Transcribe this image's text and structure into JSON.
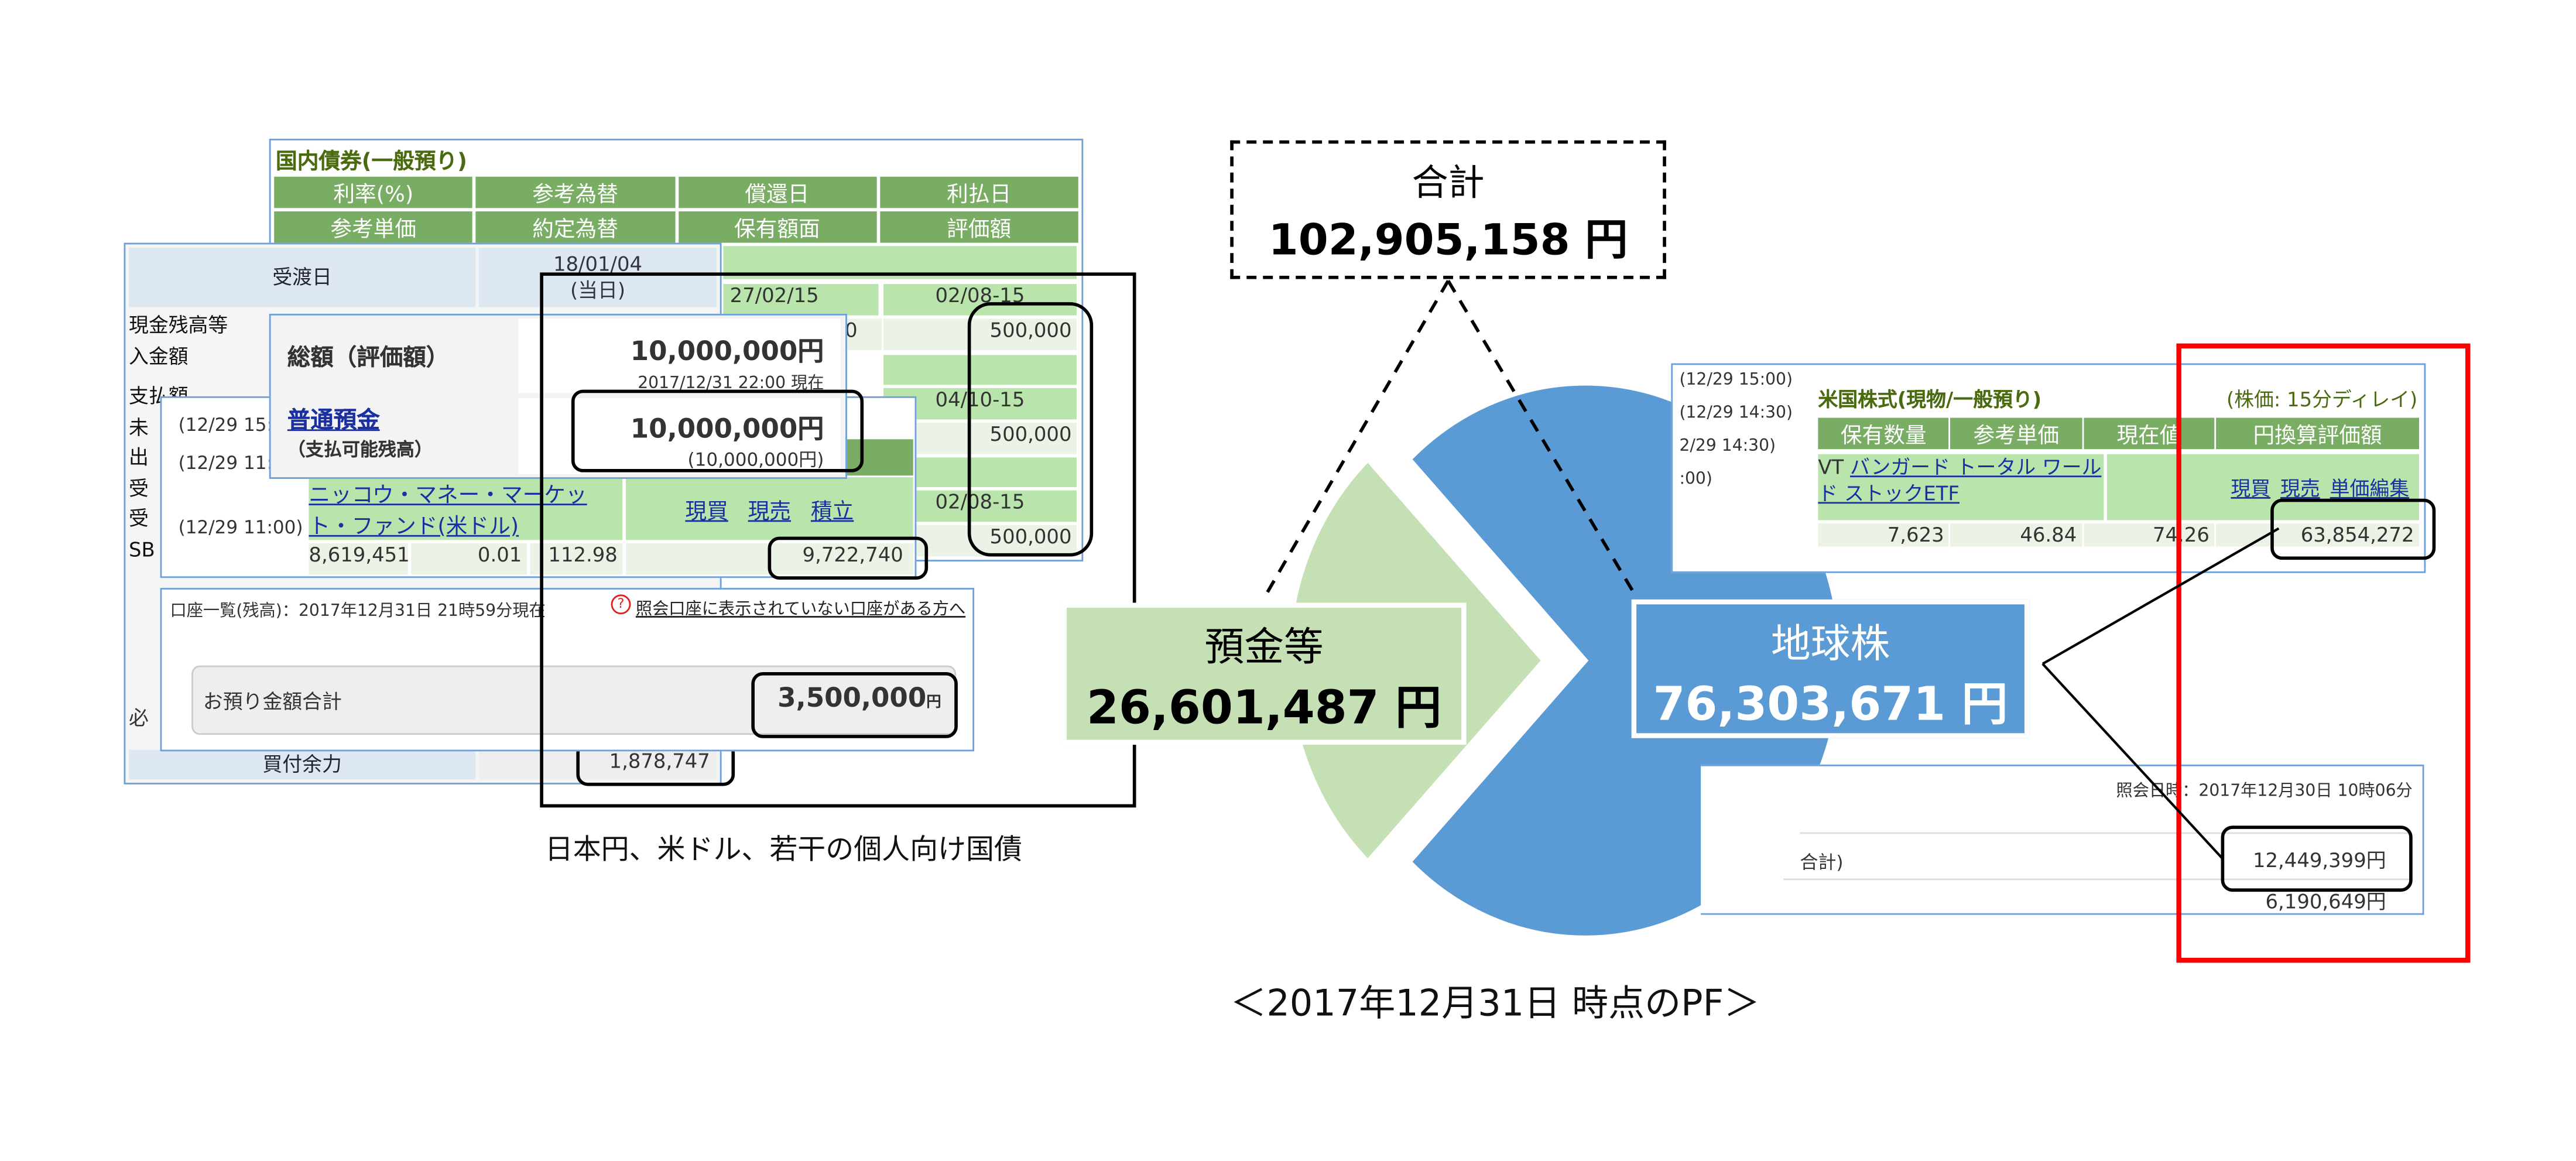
{
  "bond_panel": {
    "title": "国内債券(一般預り)",
    "headers1": [
      "利率(%)",
      "参考為替",
      "償還日",
      "利払日"
    ],
    "headers2": [
      "参考単価",
      "約定為替",
      "保有額面",
      "評価額"
    ],
    "rows": [
      {
        "redemption": "27/02/15",
        "pay": "02/08-15",
        "value": "500,000",
        "partial": "00"
      },
      {
        "pay": "04/10-15",
        "value": "500,000"
      },
      {
        "pay": "02/08-15",
        "value": "500,000"
      }
    ]
  },
  "cash_panel": {
    "delivery_label": "受渡日",
    "delivery_date": "18/01/04",
    "delivery_sub": "(当日)",
    "rows": [
      "現金残高等",
      "入金額",
      "支払額",
      "未",
      "出",
      "受",
      "受",
      "SB"
    ],
    "must": "必",
    "buying_power_label": "買付余力",
    "buying_power": "1,878,747"
  },
  "total_popup": {
    "label": "総額（評価額）",
    "value": "10,000,000円",
    "asof": "2017/12/31 22:00 現在",
    "deposit_link": "普通預金",
    "deposit_sub": "（支払可能残高）",
    "deposit_value": "10,000,000円",
    "deposit_value_sub": "(10,000,000円)"
  },
  "mmf_panel": {
    "times": [
      "(12/29 15:",
      "(12/29 11:",
      "(12/29 11:00)"
    ],
    "fund_link": "ニッコウ・マネー・マーケット・ファンド(米ドル)",
    "actions": [
      "現買",
      "現売",
      "積立"
    ],
    "qty": "8,619,451",
    "rate": "0.01",
    "fx": "112.98",
    "value": "9,722,740"
  },
  "account_panel": {
    "title": "口座一覧(残高)：2017年12月31日 21時59分現在",
    "help_link": "照会口座に表示されていない口座がある方へ",
    "deposit_label": "お預り金額合計",
    "deposit_value": "3,500,000",
    "yen": "円"
  },
  "left_caption": "日本円、米ドル、若干の個人向け国債",
  "total_box": {
    "label": "合計",
    "value": "102,905,158 円"
  },
  "green_label": {
    "title": "預金等",
    "value": "26,601,487 円"
  },
  "blue_label": {
    "title": "地球株",
    "value": "76,303,671 円"
  },
  "chart_data": {
    "type": "pie",
    "slices": [
      {
        "name": "預金等",
        "value": 26601487,
        "color": "#c5e0b4"
      },
      {
        "name": "地球株",
        "value": 76303671,
        "color": "#5b9bd5"
      }
    ],
    "total": 102905158
  },
  "us_panel": {
    "times": [
      "(12/29 15:00)",
      "(12/29 14:30)",
      "2/29 14:30)",
      ":00)"
    ],
    "title": "米国株式(現物/一般預り)",
    "delay": "(株価: 15分ディレイ)",
    "headers": [
      "保有数量",
      "参考単価",
      "現在値",
      "円換算評価額"
    ],
    "ticker": "VT",
    "fund_link": "バンガード トータル ワールド ストックETF",
    "actions": [
      "現買",
      "現売",
      "単価編集"
    ],
    "qty": "7,623",
    "ref_price": "46.84",
    "price": "74.26",
    "value": "63,854,272"
  },
  "br_panel": {
    "query_time": "照会日時：2017年12月30日 10時06分",
    "row_label": "合計)",
    "value1": "12,449,399円",
    "value2": "6,190,649円"
  },
  "bottom_caption": "＜2017年12月31日 時点のPF＞"
}
